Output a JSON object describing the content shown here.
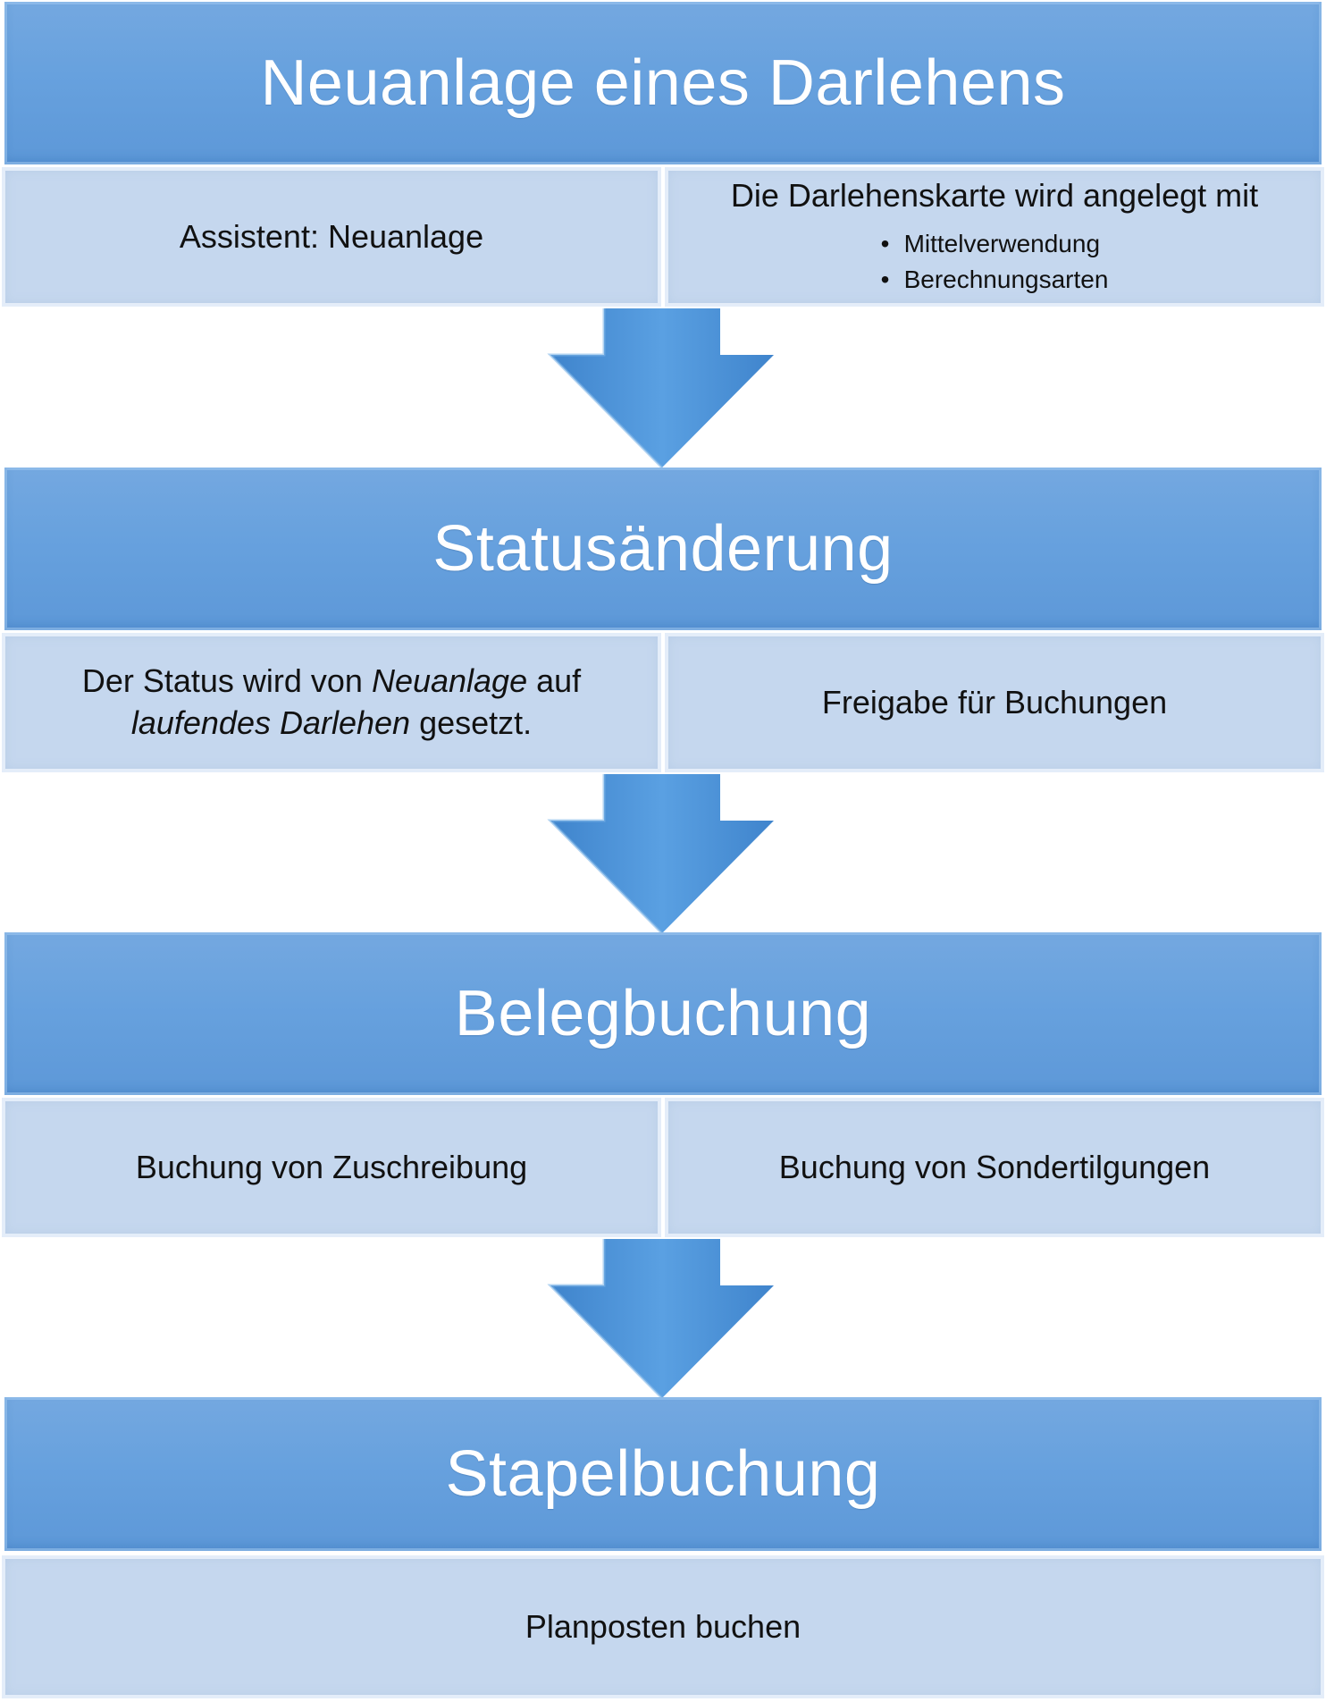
{
  "steps": [
    {
      "title": "Neuanlage eines Darlehens",
      "left": "Assistent: Neuanlage",
      "right_heading": "Die Darlehenskarte wird angelegt mit",
      "right_bullets": [
        "Mittelverwendung",
        "Berechnungsarten"
      ]
    },
    {
      "title": "Statusänderung",
      "left_line1_a": "Der Status wird von ",
      "left_line1_em": "Neuanlage",
      "left_line1_b": " auf",
      "left_line2_em": "laufendes Darlehen",
      "left_line2_b": " gesetzt.",
      "right": "Freigabe für Buchungen"
    },
    {
      "title": "Belegbuchung",
      "left": "Buchung von Zuschreibung",
      "right": "Buchung von Sondertilgungen"
    },
    {
      "title": "Stapelbuchung",
      "body": "Planposten buchen"
    }
  ],
  "colors": {
    "header_top": "#74a8e0",
    "header_bottom": "#5d98d8",
    "cell_fill": "#c5d7ee",
    "arrow_fill": "#4a8fd3"
  }
}
